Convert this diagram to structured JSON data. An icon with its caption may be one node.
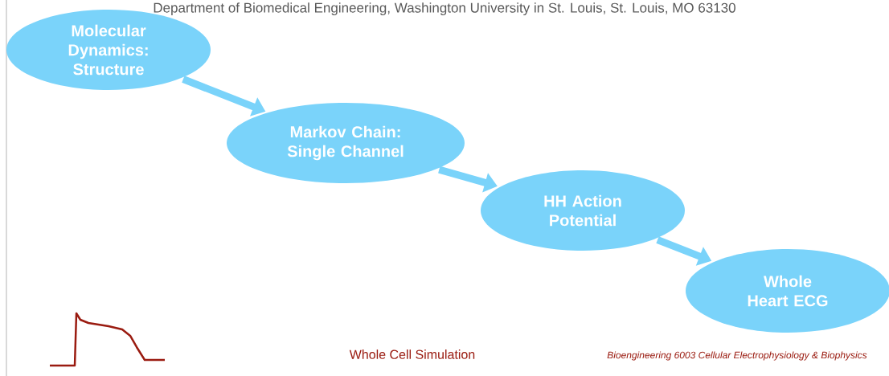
{
  "diagram": {
    "nodes": [
      {
        "text": [
          "Molecular Dynamics: Structure"
        ]
      },
      {
        "text": [
          "Markov Chain: Single Channel"
        ]
      },
      {
        "text": [
          "HH Action Potential"
        ]
      },
      {
        "text": [
          "Whole Heart ECG"
        ]
      }
    ],
    "edges": [
      {
        "from": 0,
        "to": 1,
        "arrow": "to"
      },
      {
        "from": 1,
        "to": 2,
        "arrow": "to"
      },
      {
        "from": 2,
        "to": 3,
        "arrow": "to"
      }
    ],
    "labels": [
      "Department of Biomedical Engineering, Washington University in St. Louis, St. Louis, MO 63130",
      "Whole Cell Simulation",
      "Bioengineering 6003 Cellular Electrophysiology & Biophysics"
    ]
  }
}
